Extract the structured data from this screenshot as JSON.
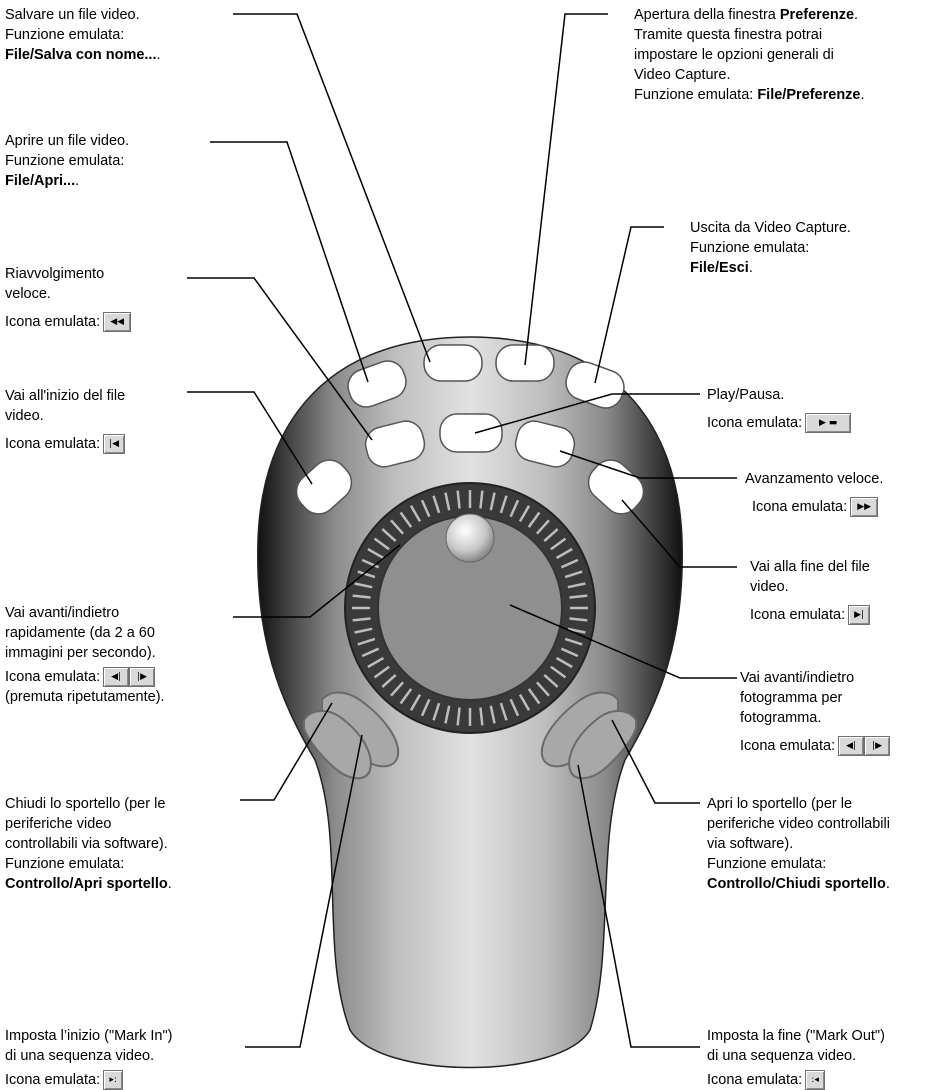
{
  "labels": {
    "save": {
      "line1": "Salvare un file video.",
      "line2": "Funzione emulata:",
      "func": "File/Salva con nome...",
      "suffix": "."
    },
    "open": {
      "line1": "Aprire un file video.",
      "line2": "Funzione emulata:",
      "func": "File/Apri...",
      "suffix": "."
    },
    "rewind": {
      "line1": "Riavvolgimento",
      "line2": "veloce.",
      "icon_text": "Icona emulata:",
      "icon": "rewind-icon"
    },
    "go_start": {
      "line1": "Vai all'inizio del file",
      "line2": "video.",
      "icon_text": "Icona emulata:",
      "icon": "go-to-start-icon"
    },
    "shuttle": {
      "line1": "Vai avanti/indietro",
      "line2": "rapidamente (da 2 a 60",
      "line3": "immagini per secondo).",
      "icon_text": "Icona emulata:",
      "line4": "(premuta ripetutamente).",
      "icons": [
        "step-back-icon",
        "step-forward-icon"
      ]
    },
    "close_door": {
      "line1": "Chiudi lo sportello (per le",
      "line2": "periferiche video",
      "line3": "controllabili via software).",
      "line4": "Funzione emulata:",
      "func": "Controllo/Apri sportello",
      "suffix": "."
    },
    "mark_in": {
      "line1": "Imposta l’inizio (\"Mark In\")",
      "line2": "di una sequenza video.",
      "icon_text": "Icona emulata:",
      "icon": "mark-in-icon"
    },
    "preferences": {
      "line1_pre": "Apertura della finestra ",
      "line1_bold": "Preferenze",
      "line1_post": ".",
      "line2": "Tramite questa finestra potrai",
      "line3": "impostare le opzioni generali di",
      "line4": "Video Capture.",
      "line5": "Funzione emulata: ",
      "func": "File/Preferenze",
      "suffix": "."
    },
    "exit": {
      "line1": "Uscita da Video Capture.",
      "line2": "Funzione emulata:",
      "func": "File/Esci",
      "suffix": "."
    },
    "play": {
      "line1": "Play/Pausa.",
      "icon_text": "Icona emulata:",
      "icon": "play-pause-icon"
    },
    "fast_forward": {
      "line1": "Avanzamento veloce.",
      "icon_text": "Icona emulata:",
      "icon": "fast-forward-icon"
    },
    "go_end": {
      "line1": "Vai alla fine del file",
      "line2": "video.",
      "icon_text": "Icona emulata:",
      "icon": "go-to-end-icon"
    },
    "frame_step": {
      "line1": "Vai avanti/indietro",
      "line2": "fotogramma per",
      "line3": "fotogramma.",
      "icon_text": "Icona emulata:",
      "icons": [
        "step-back-icon",
        "step-forward-icon"
      ]
    },
    "open_door": {
      "line1": "Apri lo sportello (per le",
      "line2": "periferiche video controllabili",
      "line3": "via software).",
      "line4": "Funzione emulata:",
      "func": "Controllo/Chiudi sportello",
      "suffix": "."
    },
    "mark_out": {
      "line1": "Imposta la fine (\"Mark Out\")",
      "line2": "di una sequenza video.",
      "icon_text": "Icona emulata:",
      "icon": "mark-out-icon"
    }
  },
  "icon_glyphs": {
    "rewind": "◀◀",
    "go_start": "|◀",
    "play": "▶ ▬",
    "fast_forward": "▶▶",
    "go_end": "▶|",
    "step_back": "◀|",
    "step_forward": "|▶",
    "mark_in": "▸:",
    "mark_out": ":◂"
  },
  "colors": {
    "device_dark": "#1a1a1a",
    "device_light": "#dcdcdc",
    "ring": "#3a3a3a",
    "button": "#ffffff"
  }
}
